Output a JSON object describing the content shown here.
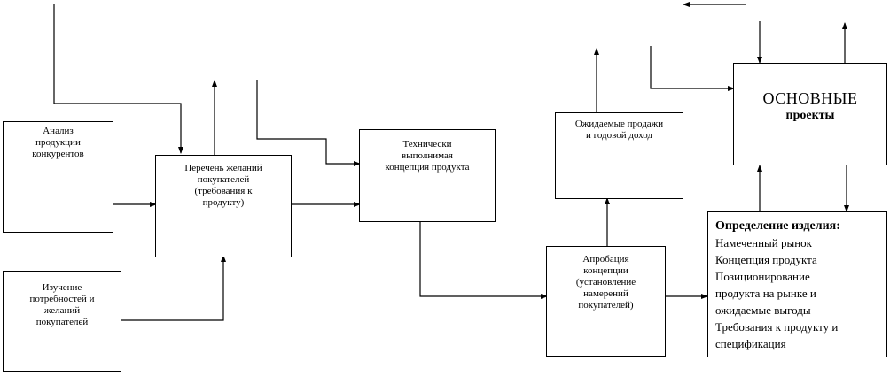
{
  "nodes": {
    "competitor_analysis": [
      "Анализ",
      "продукции",
      "конкурентов"
    ],
    "needs_study": [
      "Изучение",
      "потребностей и",
      "желаний",
      "покупателей"
    ],
    "wish_list": [
      "Перечень желаний",
      "покупателей",
      "(требования к",
      "продукту)"
    ],
    "feasible_concept": [
      "Технически",
      "выполнимая",
      "концепция продукта"
    ],
    "expected_sales": [
      "Ожидаемые продажи",
      "и годовой доход"
    ],
    "concept_approval": [
      "Апробация",
      "концепции",
      "(установление",
      "намерений",
      "покупателей)"
    ],
    "main_projects": {
      "title": "ОСНОВНЫЕ",
      "subtitle": "проекты"
    },
    "product_definition": {
      "title": "Определение изделия:",
      "items": [
        "Намеченный рынок",
        "Концепция продукта",
        "Позиционирование",
        "продукта на рынке и",
        "ожидаемые выгоды",
        "Требования к продукту и",
        "спецификация"
      ]
    }
  }
}
